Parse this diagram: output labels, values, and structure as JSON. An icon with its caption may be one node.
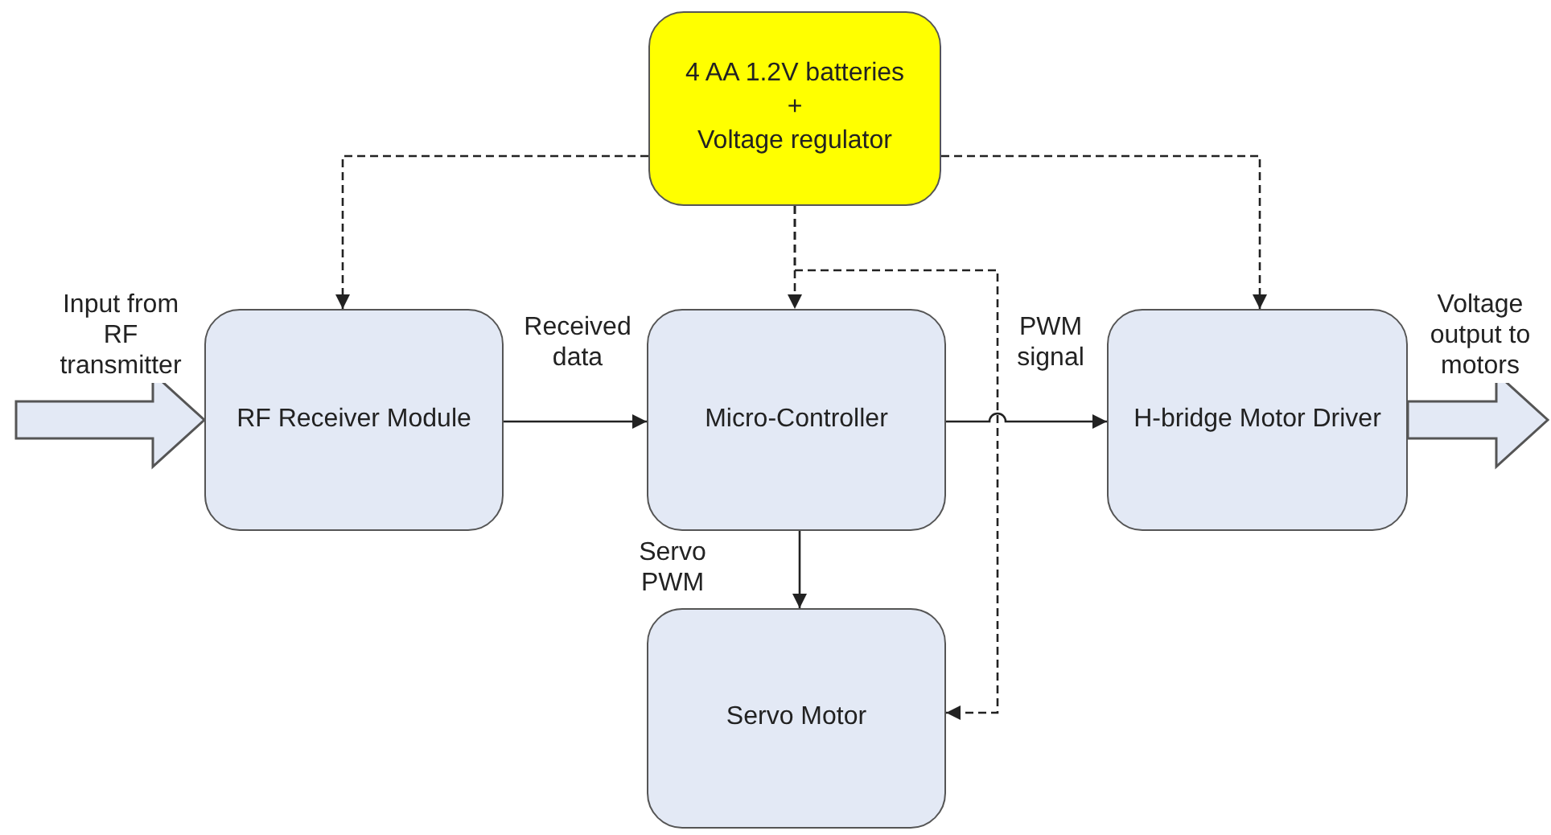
{
  "diagram": {
    "nodes": [
      {
        "text": [
          "4 AA 1.2V batteries",
          "+",
          "Voltage regulator"
        ]
      },
      {
        "text": [
          "RF Receiver Module"
        ]
      },
      {
        "text": [
          "Micro-Controller"
        ]
      },
      {
        "text": [
          "H-bridge Motor Driver"
        ]
      },
      {
        "text": [
          "Servo Motor"
        ]
      }
    ],
    "edges": [
      {
        "from": 0,
        "to": 1,
        "arrow": "to",
        "style": "dashed"
      },
      {
        "from": 0,
        "to": 2,
        "arrow": "to",
        "style": "dashed"
      },
      {
        "from": 0,
        "to": 3,
        "arrow": "to",
        "style": "dashed"
      },
      {
        "from": 0,
        "to": 4,
        "arrow": "to",
        "style": "dashed"
      },
      {
        "from": null,
        "to": 1,
        "arrow": "to",
        "style": "thick",
        "label": "Input from RF transmitter"
      },
      {
        "from": 1,
        "to": 2,
        "arrow": "to",
        "label": "Received data"
      },
      {
        "from": 2,
        "to": 3,
        "arrow": "to",
        "label": "PWM signal"
      },
      {
        "from": 2,
        "to": 4,
        "arrow": "to",
        "label": "Servo PWM"
      },
      {
        "from": 3,
        "to": null,
        "arrow": "to",
        "style": "thick",
        "label": "Voltage output to motors"
      }
    ]
  }
}
